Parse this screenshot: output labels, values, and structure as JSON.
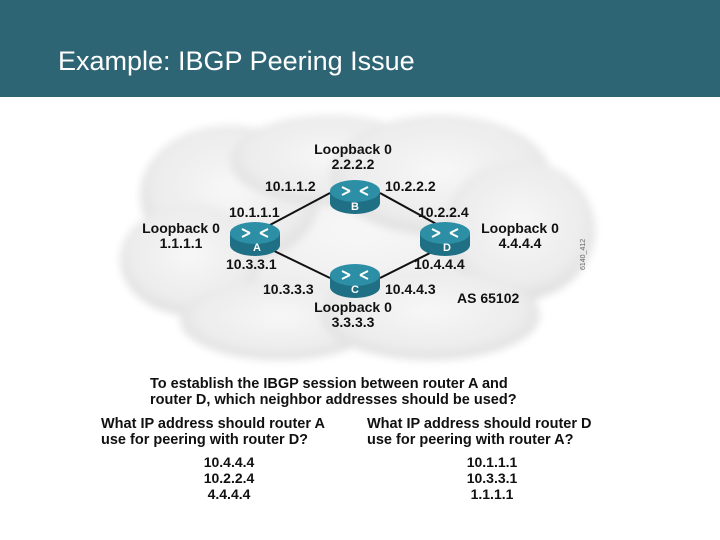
{
  "title": "Example: IBGP Peering Issue",
  "colors": {
    "title_bar": "#2e6575",
    "router": "#2d8fa6",
    "cloud": "#e9e9e9"
  },
  "diagram": {
    "routers": [
      {
        "letter": "B",
        "loopback_label": "Loopback 0",
        "loopback_ip": "2.2.2.2"
      },
      {
        "letter": "A",
        "loopback_label": "Loopback 0",
        "loopback_ip": "1.1.1.1"
      },
      {
        "letter": "D",
        "loopback_label": "Loopback 0",
        "loopback_ip": "4.4.4.4"
      },
      {
        "letter": "C",
        "loopback_label": "Loopback 0",
        "loopback_ip": "3.3.3.3"
      }
    ],
    "interfaces": {
      "b_left": "10.1.1.2",
      "b_right": "10.2.2.2",
      "a_top": "10.1.1.1",
      "a_bottom": "10.3.3.1",
      "d_top": "10.2.2.4",
      "d_bottom": "10.4.4.4",
      "c_left": "10.3.3.3",
      "c_right": "10.4.4.3"
    },
    "as_label": "AS 65102",
    "figure_id": "6140_412"
  },
  "question": {
    "main_line1": "To establish the IBGP session between router A and",
    "main_line2": "router D, which neighbor addresses should be used?",
    "left_line1": "What IP address should router A",
    "left_line2": "use for peering with router D?",
    "right_line1": "What IP address should router D",
    "right_line2": "use for peering with router A?",
    "left_answers": [
      "10.4.4.4",
      "10.2.2.4",
      "4.4.4.4"
    ],
    "right_answers": [
      "10.1.1.1",
      "10.3.3.1",
      "1.1.1.1"
    ]
  }
}
